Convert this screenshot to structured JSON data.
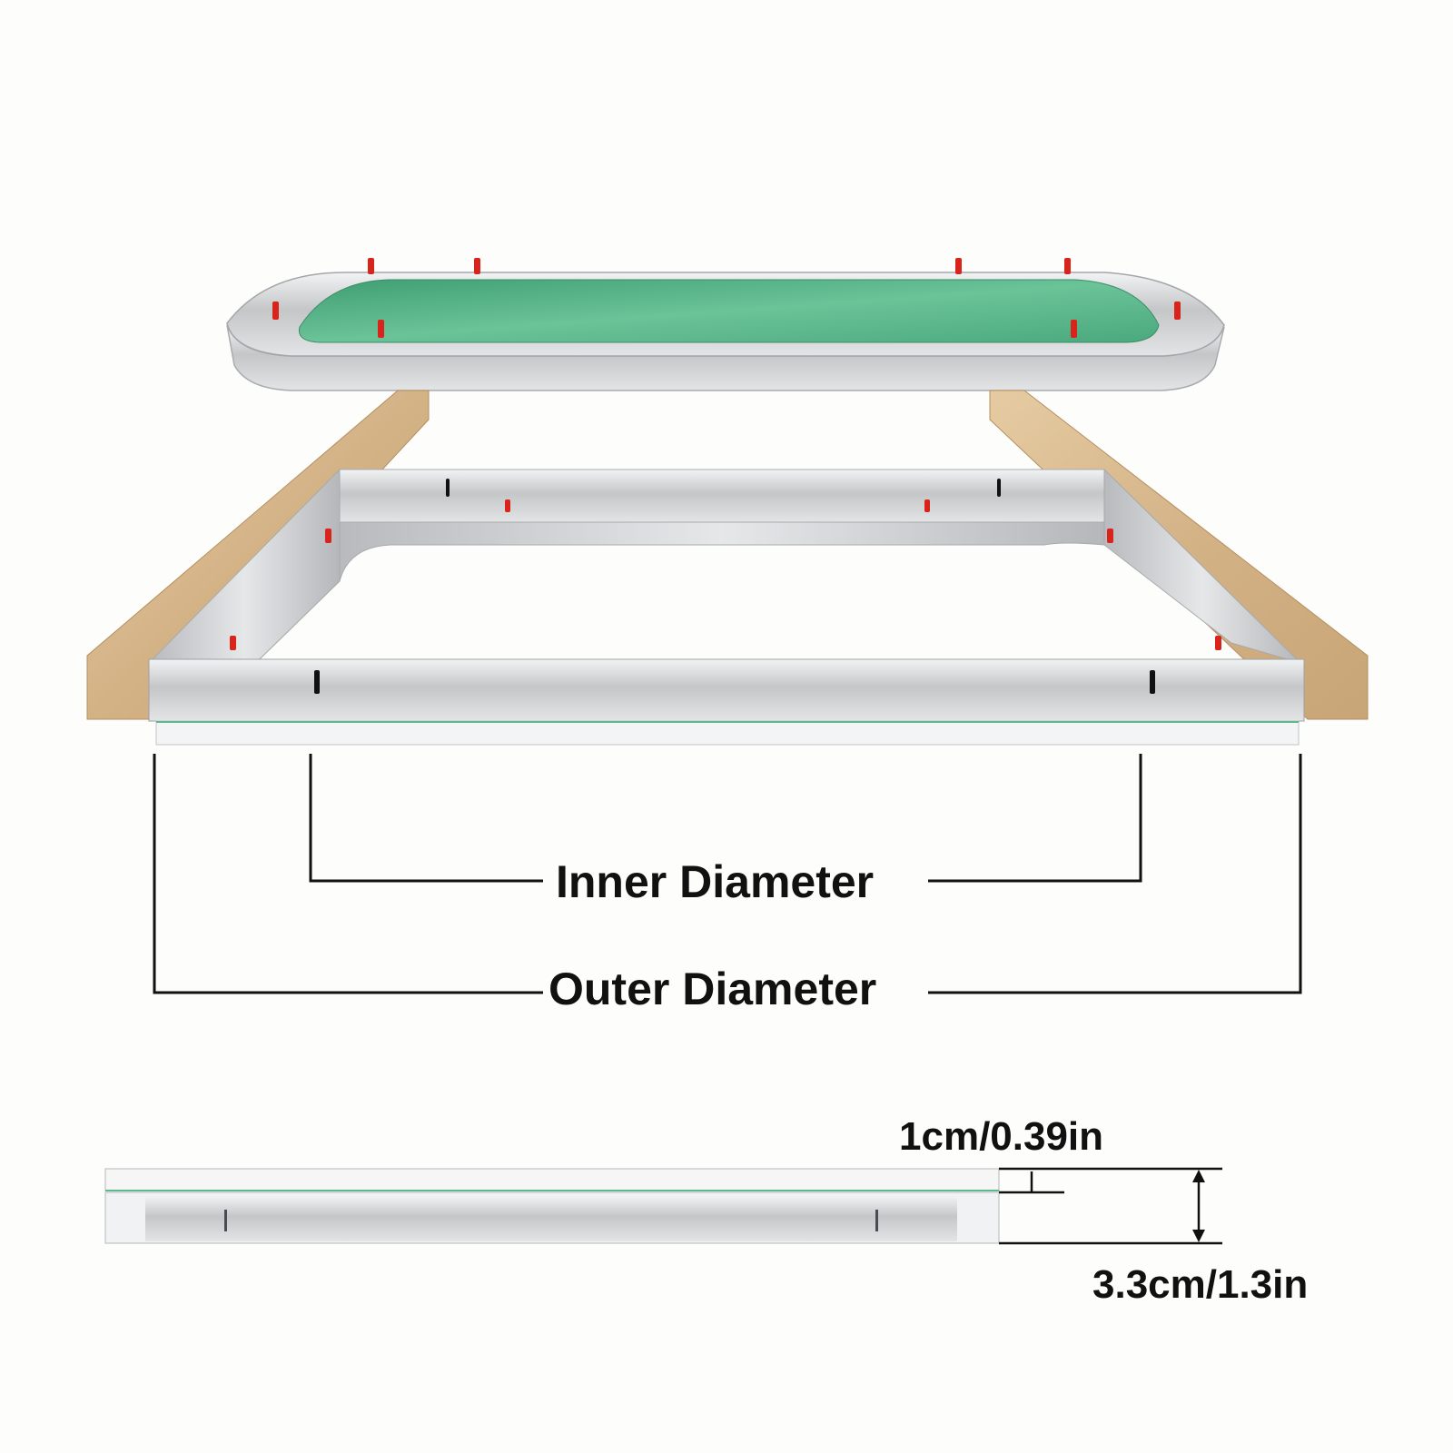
{
  "labels": {
    "inner_diameter": "Inner Diameter",
    "outer_diameter": "Outer Diameter",
    "lip_thickness": "1cm/0.39in",
    "frame_height": "3.3cm/1.3in"
  },
  "colors": {
    "felt_green": "#5cb88f",
    "metal": "#c9cbcd",
    "wood": "#d8b98e",
    "peg_red": "#d9241c",
    "line": "#111111"
  }
}
